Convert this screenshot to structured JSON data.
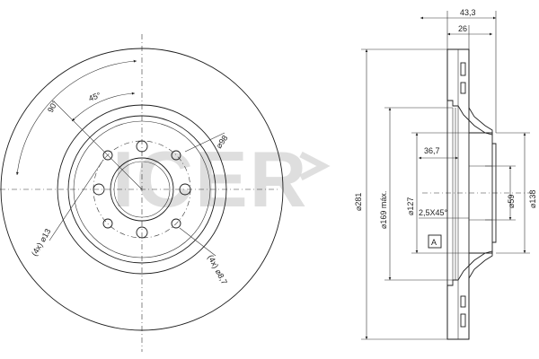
{
  "brand": {
    "name": "ICER",
    "color": "#d9d9d9"
  },
  "front_view": {
    "angle_90": "90°",
    "angle_45": "45°",
    "hole_small": "(4x) ⌀13",
    "bolt_circle": "⌀98",
    "hole_bolt": "(4x) ⌀8,7"
  },
  "side_view": {
    "total_width": "43,3",
    "disc_thickness": "26",
    "outer_diameter": "⌀281",
    "min_diameter": "⌀169 máx.",
    "hub_diameter": "⌀127",
    "hat_depth": "36,7",
    "center_bore": "⌀59",
    "hub_face_diameter": "⌀138",
    "chamfer": "2,5X45°",
    "vent_symbol": "A"
  }
}
